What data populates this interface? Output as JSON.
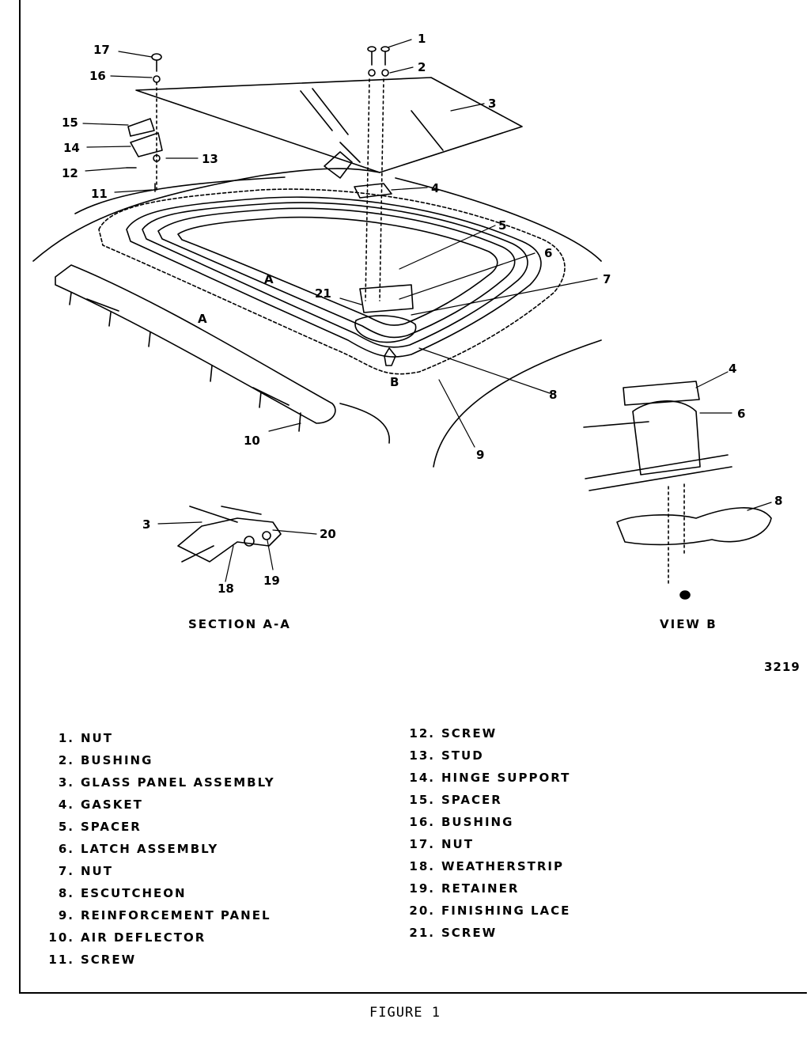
{
  "callouts": {
    "c1": "1",
    "c2": "2",
    "c3": "3",
    "c4": "4",
    "c5": "5",
    "c6": "6",
    "c7": "7",
    "c8": "8",
    "c9": "9",
    "c10": "10",
    "c11": "11",
    "c12": "12",
    "c13": "13",
    "c14": "14",
    "c15": "15",
    "c16": "16",
    "c17": "17",
    "c21": "21",
    "section_a_top": "A",
    "section_a_bottom": "A",
    "view_b": "B",
    "sec_3": "3",
    "sec_18": "18",
    "sec_19": "19",
    "sec_20": "20",
    "vb_4": "4",
    "vb_6": "6",
    "vb_8": "8"
  },
  "captions": {
    "section_a": "SECTION A-A",
    "view_b": "VIEW B",
    "figure_number": "3219"
  },
  "legend_left": [
    {
      "num": "1.",
      "label": "NUT"
    },
    {
      "num": "2.",
      "label": "BUSHING"
    },
    {
      "num": "3.",
      "label": "GLASS PANEL ASSEMBLY"
    },
    {
      "num": "4.",
      "label": "GASKET"
    },
    {
      "num": "5.",
      "label": "SPACER"
    },
    {
      "num": "6.",
      "label": "LATCH ASSEMBLY"
    },
    {
      "num": "7.",
      "label": "NUT"
    },
    {
      "num": "8.",
      "label": "ESCUTCHEON"
    },
    {
      "num": "9.",
      "label": "REINFORCEMENT PANEL"
    },
    {
      "num": "10.",
      "label": "AIR DEFLECTOR"
    },
    {
      "num": "11.",
      "label": "SCREW"
    }
  ],
  "legend_right": [
    {
      "num": "12.",
      "label": "SCREW"
    },
    {
      "num": "13.",
      "label": "STUD"
    },
    {
      "num": "14.",
      "label": "HINGE SUPPORT"
    },
    {
      "num": "15.",
      "label": "SPACER"
    },
    {
      "num": "16.",
      "label": "BUSHING"
    },
    {
      "num": "17.",
      "label": "NUT"
    },
    {
      "num": "18.",
      "label": "WEATHERSTRIP"
    },
    {
      "num": "19.",
      "label": "RETAINER"
    },
    {
      "num": "20.",
      "label": "FINISHING LACE"
    },
    {
      "num": "21.",
      "label": "SCREW"
    }
  ],
  "figure_title": "FIGURE 1"
}
